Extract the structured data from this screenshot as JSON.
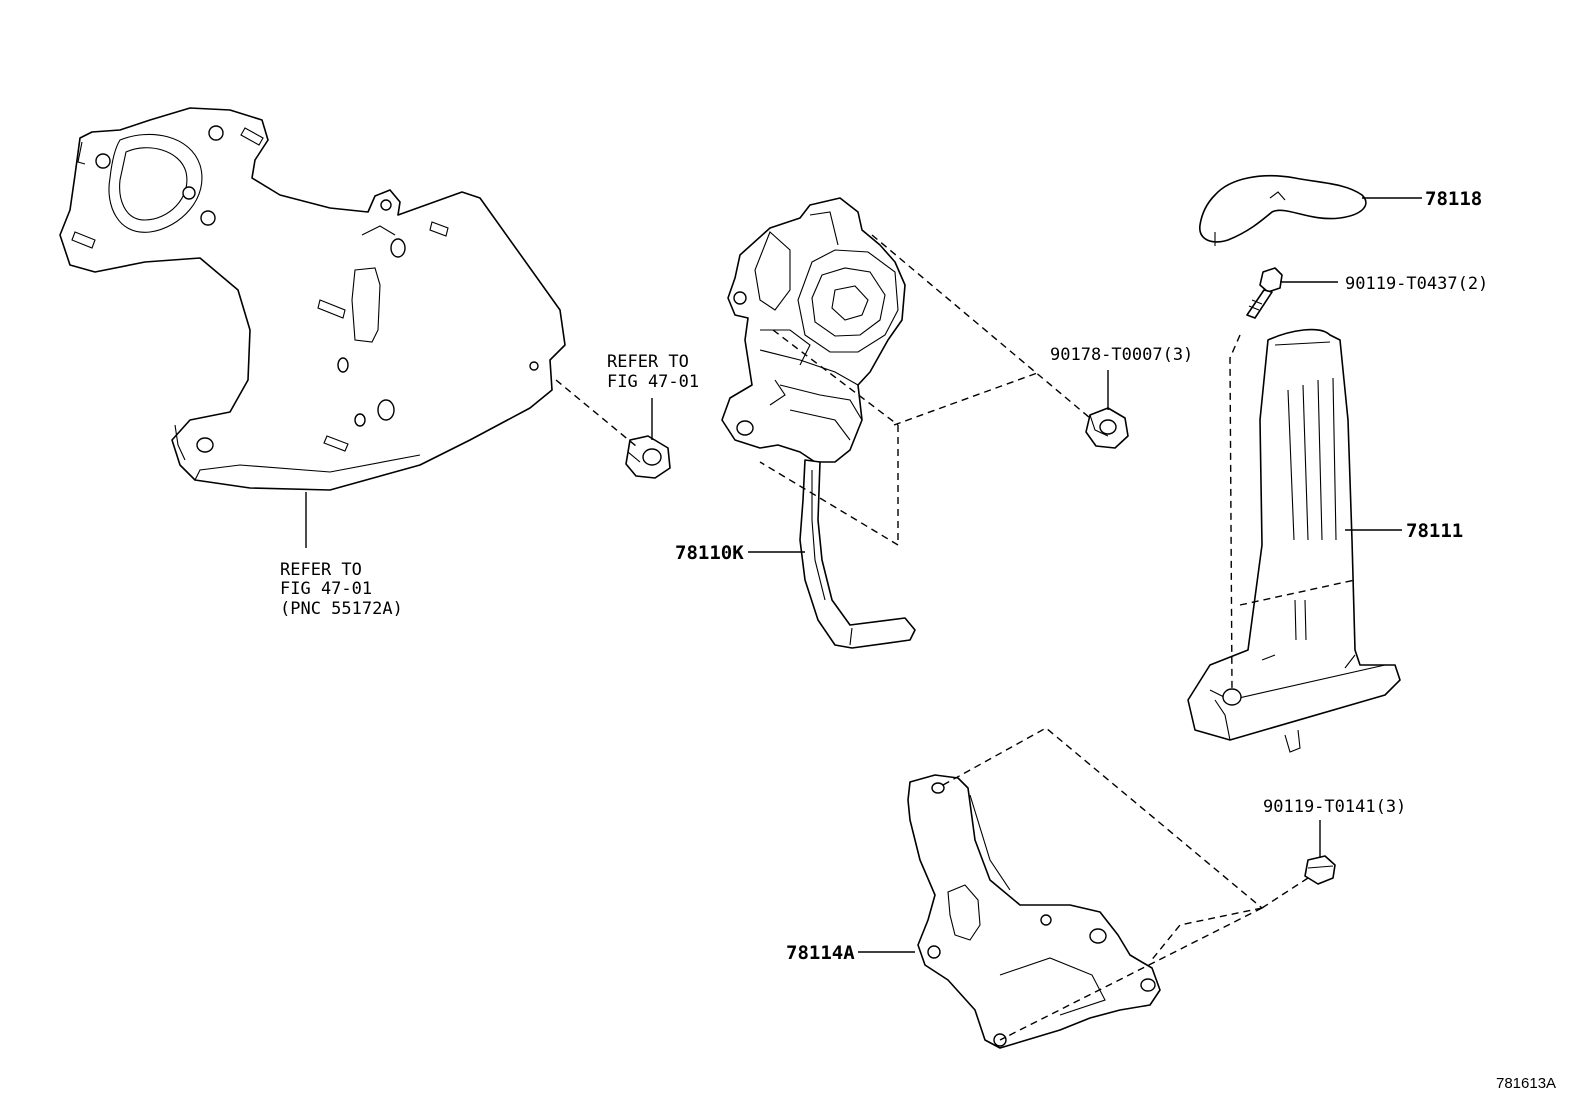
{
  "labels": {
    "p78118": "78118",
    "p90119_t0437": "90119-T0437(2)",
    "p90178_t0007": "90178-T0007(3)",
    "p78111": "78111",
    "p78110k": "78110K",
    "p78114a": "78114A",
    "p90119_t0141": "90119-T0141(3)",
    "refer_left": [
      "REFER TO",
      "FIG 47-01",
      "(PNC 55172A)"
    ],
    "refer_nut": [
      "REFER TO",
      "FIG 47-01"
    ],
    "figure_id": "781613A"
  },
  "colors": {
    "line": "#000000",
    "background": "#ffffff"
  }
}
